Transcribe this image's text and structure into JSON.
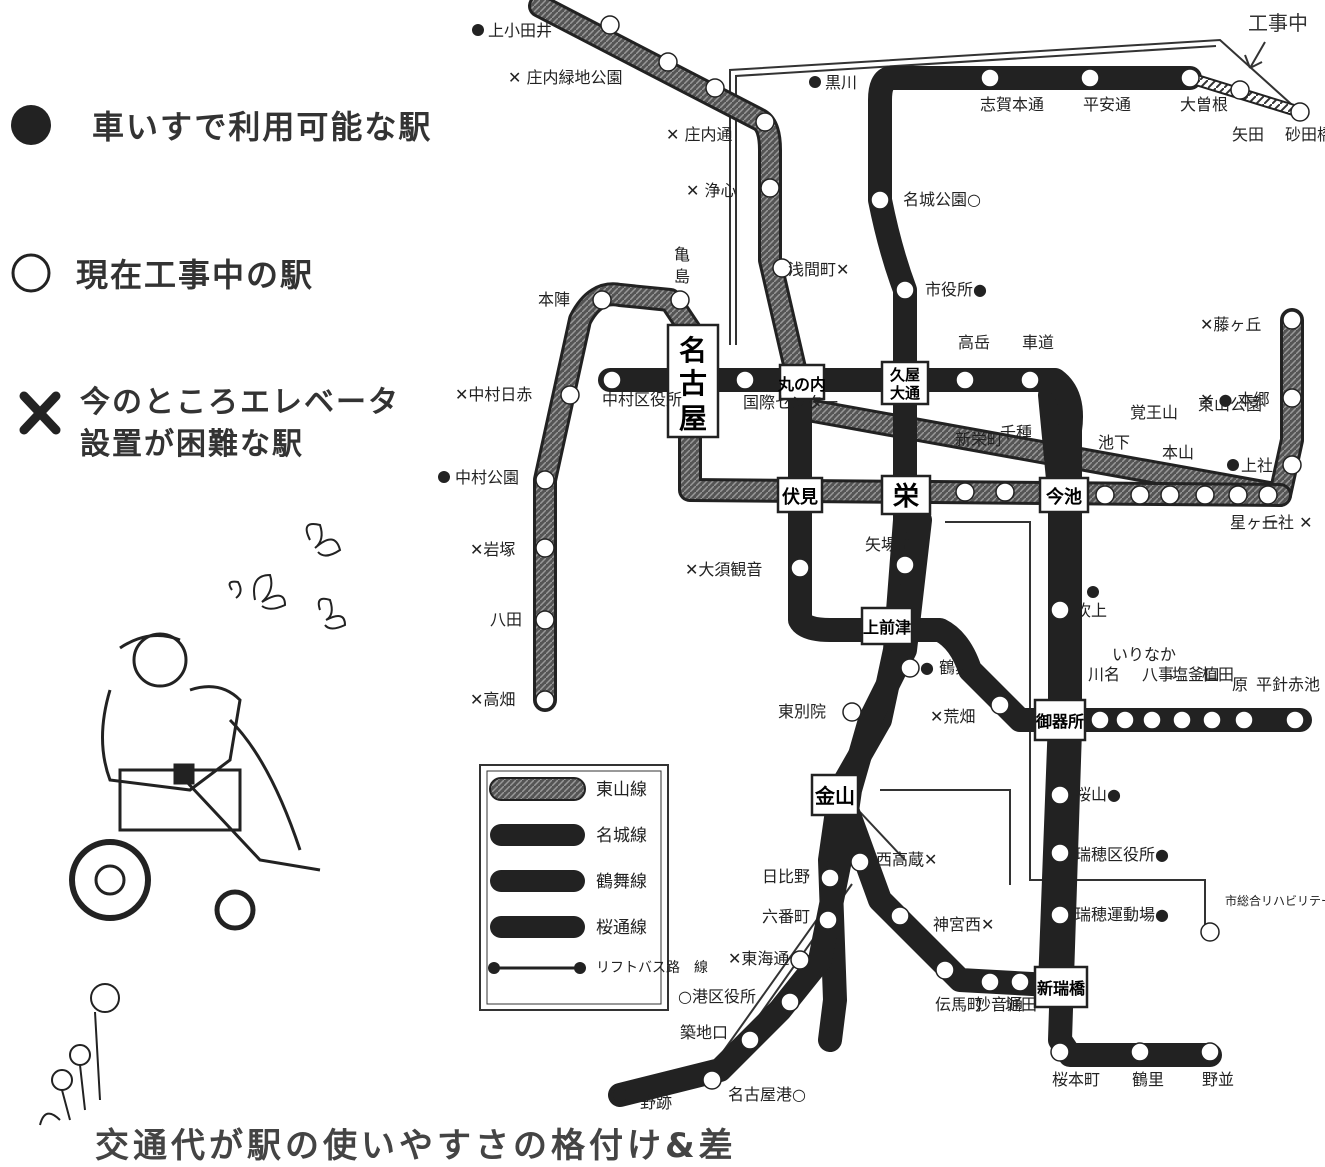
{
  "legend_markers": {
    "accessible": "車いすで利用可能な駅",
    "under_construction": "現在工事中の駅",
    "difficult_line1": "今のところエレベータ",
    "difficult_line2": "設置が困難な駅"
  },
  "line_key": [
    "東山線",
    "名城線",
    "鶴舞線",
    "桜通線",
    "リフトバス路　線"
  ],
  "caption": "交通代が駅の使いやすさの格付け&差",
  "annotation": "工事中",
  "transfer_stations": [
    "名古屋",
    "丸の内",
    "久屋大通",
    "伏見",
    "栄",
    "今池",
    "上前津",
    "金山",
    "御器所",
    "新瑞橋"
  ],
  "stations": {
    "higashiyama": [
      "上小田井",
      "庄内緑地公園",
      "庄内通",
      "浄心",
      "浅間町",
      "本陣",
      "亀島",
      "中村日赤",
      "中村公園",
      "岩塚",
      "八田",
      "高畑",
      "藤ヶ丘",
      "本郷",
      "上社",
      "一社",
      "星ヶ丘",
      "東山公園",
      "本山",
      "覚王山",
      "池下",
      "千種",
      "新栄町"
    ],
    "meijo": [
      "黒川",
      "志賀本通",
      "平安通",
      "大曽根",
      "矢田",
      "砂田橋",
      "名城公園",
      "市役所",
      "矢場町",
      "東別院",
      "吹上",
      "桜山",
      "瑞穂区役所",
      "瑞穂運動場"
    ],
    "tsurumai": [
      "大須観音",
      "鶴舞",
      "荒畑",
      "川名",
      "いりなか",
      "八事",
      "塩釜口",
      "植田",
      "原",
      "平針",
      "赤池"
    ],
    "sakuradori": [
      "中村区役所",
      "国際センター",
      "高岳",
      "車道",
      "桜本町",
      "鶴里",
      "野並"
    ],
    "meiko": [
      "日比野",
      "六番町",
      "東海通",
      "港区役所",
      "築地口",
      "名古屋港",
      "西高蔵",
      "神宮西",
      "伝馬町",
      "妙音通",
      "堀田",
      "野跡"
    ],
    "other": [
      "市総合リハビリテーションセンター"
    ]
  }
}
